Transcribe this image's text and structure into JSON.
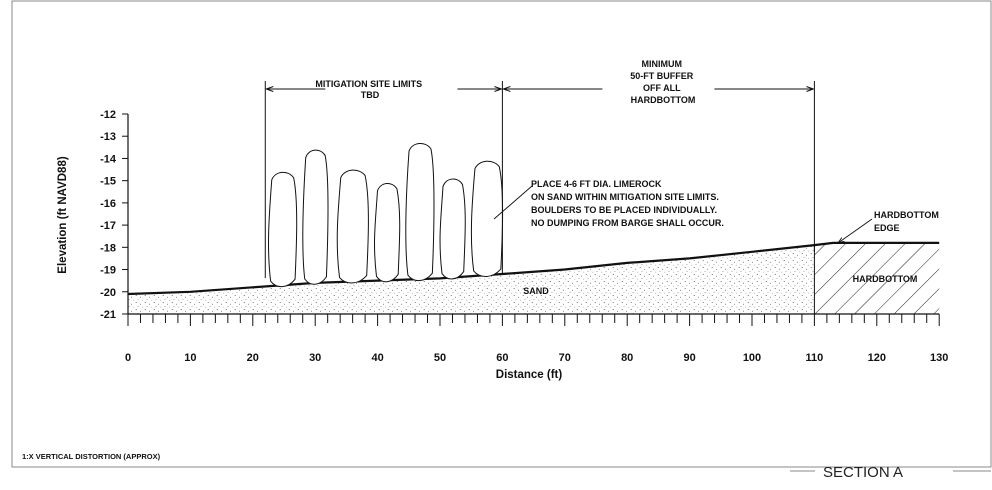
{
  "mitigation_label": [
    "MITIGATION SITE LIMITS",
    "TBD"
  ],
  "buffer_label": [
    "MINIMUM",
    "50-FT BUFFER",
    "OFF ALL",
    "HARDBOTTOM"
  ],
  "note_lines": [
    "PLACE 4-6 FT DIA. LIMEROCK",
    "ON SAND WITHIN MITIGATION SITE LIMITS.",
    "BOULDERS TO BE PLACED INDIVIDUALLY.",
    "NO DUMPING FROM BARGE SHALL OCCUR."
  ],
  "hardbottom_edge_label": [
    "HARDBOTTOM",
    "EDGE"
  ],
  "sand_label": "SAND",
  "hardbottom_label": "HARDBOTTOM",
  "y_axis_label": "Elevation (ft NAVD88)",
  "x_axis_label": "Distance (ft)",
  "y_ticks": [
    -12,
    -13,
    -14,
    -15,
    -16,
    -17,
    -18,
    -19,
    -20,
    -21
  ],
  "x_ticks": [
    0,
    10,
    20,
    30,
    40,
    50,
    60,
    70,
    80,
    90,
    100,
    110,
    120,
    130
  ],
  "distortion_note": "1:X VERTICAL DISTORTION (APPROX)",
  "section_label": "SECTION A",
  "profile": {
    "seabed_points": [
      [
        0,
        -20.1
      ],
      [
        10,
        -20.0
      ],
      [
        20,
        -19.8
      ],
      [
        30,
        -19.6
      ],
      [
        40,
        -19.5
      ],
      [
        50,
        -19.4
      ],
      [
        60,
        -19.2
      ],
      [
        70,
        -19.0
      ],
      [
        80,
        -18.7
      ],
      [
        90,
        -18.5
      ],
      [
        100,
        -18.2
      ],
      [
        110,
        -17.9
      ],
      [
        113,
        -17.8
      ],
      [
        130,
        -17.8
      ]
    ],
    "hardbottom_edge_x": 110,
    "mitigation_limits_x": [
      22,
      60
    ],
    "buffer_limits_x": [
      60,
      110
    ],
    "boulders": [
      {
        "x0": 22.5,
        "x1": 27,
        "top": -14.6
      },
      {
        "x0": 28,
        "x1": 32,
        "top": -13.6
      },
      {
        "x0": 33.5,
        "x1": 38.5,
        "top": -14.5
      },
      {
        "x0": 39.5,
        "x1": 43.5,
        "top": -15.1
      },
      {
        "x0": 44.5,
        "x1": 49,
        "top": -13.3
      },
      {
        "x0": 50,
        "x1": 54,
        "top": -14.9
      },
      {
        "x0": 55,
        "x1": 60,
        "top": -14.1
      }
    ]
  }
}
